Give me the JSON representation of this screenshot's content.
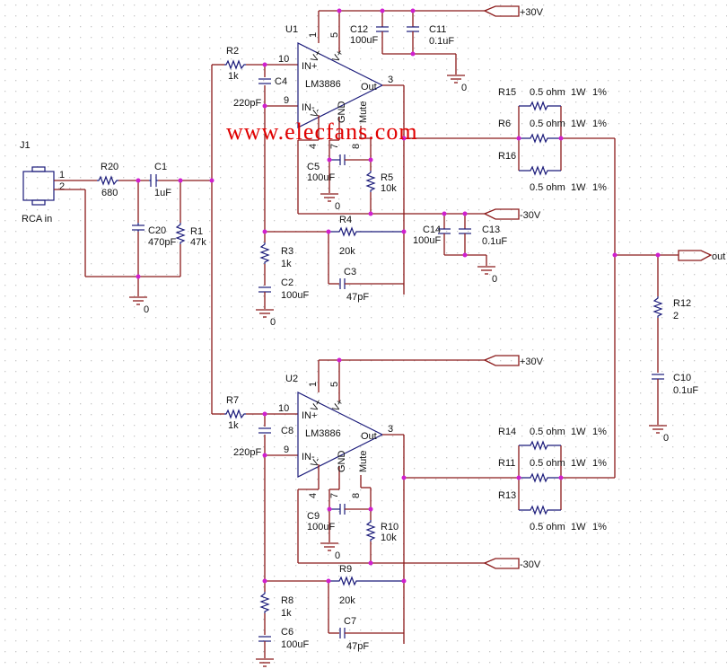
{
  "watermark": "www.elecfans.com",
  "connector": {
    "ref": "J1",
    "label": "RCA in",
    "pins": [
      "1",
      "2"
    ]
  },
  "input_stage": {
    "R20": {
      "ref": "R20",
      "value": "680"
    },
    "C1": {
      "ref": "C1",
      "value": "1uF"
    },
    "C20": {
      "ref": "C20",
      "value": "470pF"
    },
    "R1": {
      "ref": "R1",
      "value": "47k"
    }
  },
  "ground_label": "0",
  "rails": {
    "pos": "+30V",
    "neg": "-30V"
  },
  "output_port": "out",
  "amps": [
    {
      "ref": "U1",
      "part": "LM3886",
      "pins": {
        "in_plus": "IN+",
        "in_minus": "IN-",
        "out": "Out",
        "vplus": "V+",
        "vminus": "V-",
        "gnd": "GND",
        "mute": "Mute"
      },
      "pin_numbers": {
        "p1": "1",
        "p5": "5",
        "p10": "10",
        "p9": "9",
        "p3": "3",
        "p4": "4",
        "p7": "7",
        "p8": "8"
      },
      "Rin": {
        "ref": "R2",
        "value": "1k"
      },
      "Cin": {
        "ref": "C4",
        "value": "220pF"
      },
      "Cmute": {
        "ref": "C5",
        "value": "100uF"
      },
      "Rmute": {
        "ref": "R5",
        "value": "10k"
      },
      "Rfb": {
        "ref": "R4",
        "value": "20k"
      },
      "Cfb": {
        "ref": "C3",
        "value": "47pF"
      },
      "Rg": {
        "ref": "R3",
        "value": "1k"
      },
      "Cg": {
        "ref": "C2",
        "value": "100uF"
      },
      "Cpos_bulk": {
        "ref": "C12",
        "value": "100uF"
      },
      "Cpos_hf": {
        "ref": "C11",
        "value": "0.1uF"
      },
      "Cneg_bulk": {
        "ref": "C14",
        "value": "100uF"
      },
      "Cneg_hf": {
        "ref": "C13",
        "value": "0.1uF"
      },
      "Rout": [
        {
          "ref": "R15",
          "value": "0.5 ohm",
          "power": "1W",
          "tol": "1%"
        },
        {
          "ref": "R6",
          "value": "0.5 ohm",
          "power": "1W",
          "tol": "1%"
        },
        {
          "ref": "R16",
          "value": "0.5 ohm",
          "power": "1W",
          "tol": "1%"
        }
      ]
    },
    {
      "ref": "U2",
      "part": "LM3886",
      "pins": {
        "in_plus": "IN+",
        "in_minus": "IN-",
        "out": "Out",
        "vplus": "V+",
        "vminus": "V-",
        "gnd": "GND",
        "mute": "Mute"
      },
      "pin_numbers": {
        "p1": "1",
        "p5": "5",
        "p10": "10",
        "p9": "9",
        "p3": "3",
        "p4": "4",
        "p7": "7",
        "p8": "8"
      },
      "Rin": {
        "ref": "R7",
        "value": "1k"
      },
      "Cin": {
        "ref": "C8",
        "value": "220pF"
      },
      "Cmute": {
        "ref": "C9",
        "value": "100uF"
      },
      "Rmute": {
        "ref": "R10",
        "value": "10k"
      },
      "Rfb": {
        "ref": "R9",
        "value": "20k"
      },
      "Cfb": {
        "ref": "C7",
        "value": "47pF"
      },
      "Rg": {
        "ref": "R8",
        "value": "1k"
      },
      "Cg": {
        "ref": "C6",
        "value": "100uF"
      },
      "Rout": [
        {
          "ref": "R14",
          "value": "0.5 ohm",
          "power": "1W",
          "tol": "1%"
        },
        {
          "ref": "R11",
          "value": "0.5 ohm",
          "power": "1W",
          "tol": "1%"
        },
        {
          "ref": "R13",
          "value": "0.5 ohm",
          "power": "1W",
          "tol": "1%"
        }
      ]
    }
  ],
  "zobel": {
    "R12": {
      "ref": "R12",
      "value": "2"
    },
    "C10": {
      "ref": "C10",
      "value": "0.1uF"
    }
  }
}
